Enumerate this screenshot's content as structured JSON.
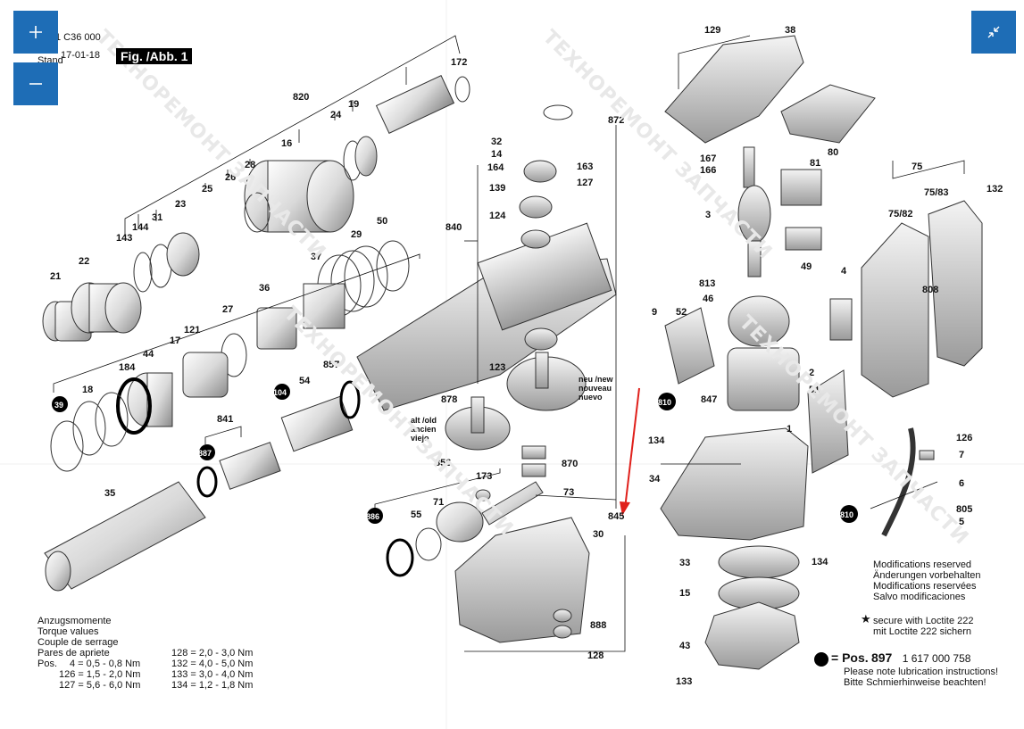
{
  "header": {
    "doc_number": "1 C36 000",
    "stand_label": "Stand",
    "stand_date": "17-01-18",
    "fig_label": "Fig. /Abb. 1"
  },
  "controls": {
    "zoom_in": "+",
    "zoom_out": "−",
    "collapse": "↙↗"
  },
  "torque": {
    "title_lines": [
      "Anzugsmomente",
      "Torque values",
      "Couple de serrage",
      "Pares de apriete"
    ],
    "pos_label": "Pos.",
    "left": [
      "4 = 0,5 - 0,8 Nm",
      "126 = 1,5 - 2,0 Nm",
      "127 = 5,6 - 6,0 Nm"
    ],
    "right": [
      "128 = 2,0 - 3,0 Nm",
      "132 = 4,0 - 5,0 Nm",
      "133 = 3,0 - 4,0 Nm",
      "134 = 1,2 - 1,8 Nm"
    ]
  },
  "notes": {
    "modifications": [
      "Modifications reserved",
      "Änderungen vorbehalten",
      "Modifications reservées",
      "Salvo modificaciones"
    ],
    "loctite": [
      "secure with Loctite 222",
      "mit Loctite 222 sichern"
    ],
    "pos_prefix": "= Pos.",
    "pos_number": "897",
    "pos_part": "1 617 000 758",
    "lubrication": [
      "Please note lubrication instructions!",
      "Bitte Schmierhinweise beachten!"
    ]
  },
  "callouts": {
    "old": [
      "alt /old",
      "ancien",
      "viejo"
    ],
    "new": [
      "neu /new",
      "nouveau",
      "nuevo"
    ]
  },
  "parts": [
    "172",
    "820",
    "24",
    "19",
    "16",
    "28",
    "25",
    "26",
    "143",
    "144",
    "31",
    "23",
    "21",
    "22",
    "29",
    "50",
    "37",
    "36",
    "27",
    "17",
    "121",
    "18",
    "184",
    "44",
    "39",
    "841",
    "104",
    "54",
    "857",
    "887",
    "35",
    "886",
    "55",
    "71",
    "856",
    "173",
    "870",
    "73",
    "845",
    "30",
    "888",
    "128",
    "872",
    "32",
    "14",
    "164",
    "163",
    "139",
    "127",
    "124",
    "840",
    "878",
    "123",
    "129",
    "38",
    "167",
    "166",
    "80",
    "81",
    "3",
    "49",
    "813",
    "46",
    "9",
    "52",
    "2",
    "51",
    "810",
    "847",
    "134",
    "1",
    "34",
    "33",
    "15",
    "43",
    "133",
    "75",
    "75/83",
    "75/82",
    "132",
    "808",
    "4",
    "126",
    "7",
    "6",
    "805",
    "5"
  ],
  "watermark": "ТЕХНОРЕМОНТ ЗАПЧАСТИ"
}
